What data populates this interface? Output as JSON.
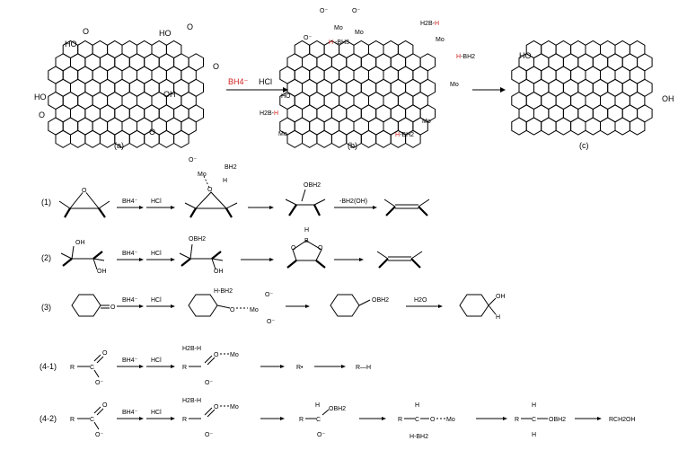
{
  "panels": {
    "a_label": "(a)",
    "b_label": "(b)",
    "c_label": "(c)"
  },
  "top_reagents": {
    "bh4": "BH4⁻",
    "hcl": "HCl"
  },
  "rows": [
    {
      "id": "(1)",
      "reagent1": "BH4⁻",
      "reagent2": "HCl",
      "step_label": "-BH2(OH)"
    },
    {
      "id": "(2)",
      "reagent1": "BH4⁻",
      "reagent2": "HCl",
      "label_obh2": "OBH2",
      "label_b": "B"
    },
    {
      "id": "(3)",
      "reagent1": "BH4⁻",
      "reagent2": "HCl",
      "label_hbh2": "H-BH2",
      "label_obh2": "OBH2",
      "water": "H2O"
    },
    {
      "id": "(4-1)",
      "reagent1": "BH4⁻",
      "reagent2": "HCl",
      "r_radical": "R•",
      "r_h": "R—H"
    },
    {
      "id": "(4-2)",
      "reagent1": "BH4⁻",
      "reagent2": "HCl",
      "product": "RCH2OH"
    }
  ],
  "labels": {
    "mo": "Mo",
    "oh": "OH",
    "ho": "HO",
    "o": "O",
    "o_minus": "O⁻",
    "h": "H",
    "bh2": "BH2",
    "obh2": "OBH2",
    "h2b_h": "H2B-H",
    "h_bh3": "H-BH3",
    "h_bh2": "H-BH2",
    "r": "R",
    "c": "C"
  },
  "colors": {
    "highlight": "#d0201e",
    "ink": "#000000"
  }
}
